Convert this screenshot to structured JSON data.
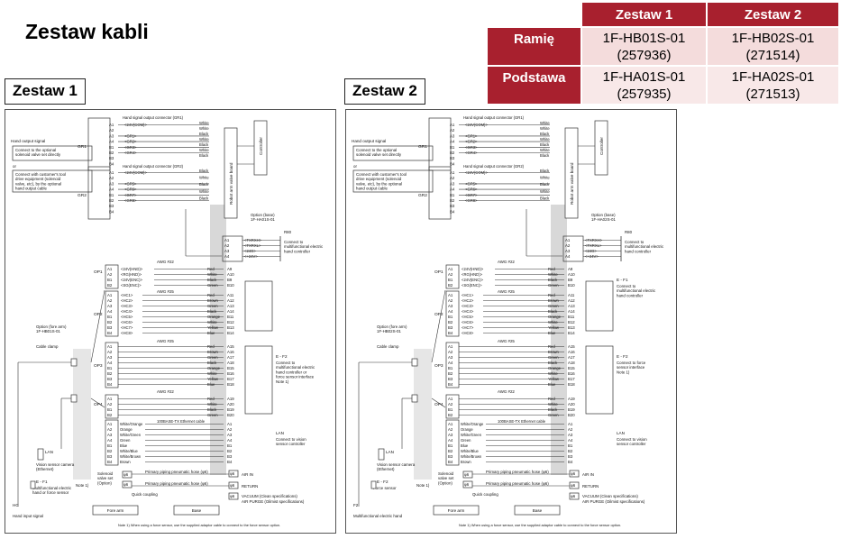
{
  "title": "Zestaw kabli",
  "table": {
    "headers": [
      "Zestaw 1",
      "Zestaw 2"
    ],
    "rows": [
      {
        "label": "Ramię",
        "set1": [
          "1F-HB01S-01",
          "(257936)"
        ],
        "set2": [
          "1F-HB02S-01",
          "(271514)"
        ]
      },
      {
        "label": "Podstawa",
        "set1": [
          "1F-HA01S-01",
          "(257935)"
        ],
        "set2": [
          "1F-HA02S-01",
          "(271513)"
        ]
      }
    ]
  },
  "diagrams": [
    {
      "label": "Zestaw 1",
      "option_base": [
        "Option (base)",
        "1F-HA01S-01"
      ],
      "option_arm": [
        "Option (fore arm)",
        "1F-HB01S-01"
      ],
      "bottom_left_1": "HC",
      "bottom_left_2": "Hand input signal",
      "ef1_label": "E - F1",
      "ef1_text": [
        "Multifunctional electric",
        "hand or force sensor"
      ]
    },
    {
      "label": "Zestaw 2",
      "option_base": [
        "Option (base)",
        "1F-HA02S-01"
      ],
      "option_arm": [
        "Option (fore arm)",
        "1F-HB02S-01"
      ],
      "bottom_left_1": "F2",
      "bottom_left_2": "Multifunctional electric hand",
      "ef1_label": "E - F2",
      "ef1_text": [
        "Force sensor"
      ]
    }
  ],
  "common": {
    "hand_output_signal": "Hand output signal",
    "connect_valve": [
      "Connect to the optional",
      "solenoid valve set directly"
    ],
    "or": "or",
    "connect_tool": [
      "Connect with customer's tool",
      "drive equipment (solenoid",
      "valve, etc), by the optional",
      "hand output cable"
    ],
    "gr1": "GR1",
    "gr2": "GR2",
    "op1": "OP1",
    "op2": "OP2",
    "op3": "OP3",
    "op4": "OP4",
    "connector_gr1": "Hand signal output connector (GR1)",
    "connector_gr2": "Hand signal output connector (GR2)",
    "controller": "Controller",
    "valve_board": "Robot arm valve board",
    "awg22": "AWG #22",
    "awg25": "AWG #25",
    "ethernet": "100BASE-TX Ethernet cable",
    "cable_clamp": "Cable clamp",
    "r80": "R80",
    "conn_multi": [
      "Connect to",
      "multifunctional electric",
      "hand controller"
    ],
    "ef1": "E - F1",
    "ef2": "E - F2",
    "conn_force": [
      "Connect to",
      "multifunctional electric",
      "hand controller or",
      "force sensor interface",
      "Note 1)"
    ],
    "conn_force2": [
      "Connect to force",
      "sensor interface",
      "Note 1)"
    ],
    "lan": "LAN",
    "conn_vision": [
      "Connect to vision",
      "sensor controller"
    ],
    "vision_camera": [
      "Vision sensor camera",
      "(Ethernet)"
    ],
    "solenoid": [
      "Solenoid",
      "valve set",
      "(Option)"
    ],
    "primary_hose": "Primary piping pneumatic hose (φ6)",
    "air_in": "AIR IN",
    "return": "RETURN",
    "quick_coupling": "Quick coupling",
    "vacuum": "VACUUM (Clean specifications)",
    "air_purge": "AIR PURGE (Oilmist specifications)",
    "fore_arm": "Fore arm",
    "base": "Base",
    "note1": "Note 1) When using a force sensor, use the supplied adaptor cable to connect to the force sensor option.",
    "note1_label": "Note 1)",
    "phi6": "φ6",
    "signals_gr1": [
      "<24V(COM)>",
      "<GR1>",
      "<GR2>",
      "<GR3>",
      "<GR4>"
    ],
    "signals_gr2": [
      "<24V(COM)>",
      "<GR5>",
      "<GR6>",
      "<GR7>",
      "<GR8>"
    ],
    "colors_gr": [
      "White",
      "White",
      "Black",
      "White",
      "Black",
      "White",
      "Black"
    ],
    "colors_gr2": [
      "Black",
      "White",
      "Black",
      "White",
      "Black"
    ],
    "pins_a": [
      "A1",
      "A2",
      "A3",
      "A4",
      "B1",
      "B2",
      "B3",
      "B4"
    ],
    "pins_base": [
      "A1",
      "A2",
      "A3",
      "A4"
    ],
    "signals_base": [
      "<TXRXH>",
      "<TXRXL>",
      "<24G>",
      "<+24V>"
    ],
    "signals_op1": [
      "<24V(HND)>",
      "<RG(HND)>",
      "<24V(ENC)>",
      "<SG(ENC)>"
    ],
    "colors_op1": [
      "Red",
      "White",
      "Black",
      "Green"
    ],
    "pins_op1_r": [
      "A9",
      "A10",
      "B9",
      "B10"
    ],
    "signals_op2": [
      "<HC1>",
      "<HC2>",
      "<HC3>",
      "<HC4>",
      "<HC5>",
      "<HC6>",
      "<HC7>",
      "<HC8>"
    ],
    "colors_op2": [
      "Red",
      "Brown",
      "Green",
      "Black",
      "Orange",
      "White",
      "Yellow",
      "Blue"
    ],
    "pins_op2_r": [
      "A11",
      "A12",
      "A13",
      "A14",
      "B11",
      "B12",
      "B13",
      "B14"
    ],
    "colors_op3": [
      "Red",
      "Brown",
      "Green",
      "Black",
      "Orange",
      "White",
      "Yellow",
      "Blue"
    ],
    "pins_op3_r": [
      "A15",
      "A16",
      "A17",
      "A18",
      "B15",
      "B16",
      "B17",
      "B18"
    ],
    "colors_op4": [
      "Red",
      "White",
      "Black",
      "Green"
    ],
    "pins_op4_r": [
      "A19",
      "A20",
      "B19",
      "B20"
    ],
    "colors_eth": [
      "White/Orange",
      "Orange",
      "White/Green",
      "Green",
      "Blue",
      "White/Blue",
      "White/Brown",
      "Brown"
    ],
    "pins_eth_r": [
      "A1",
      "A2",
      "A3",
      "A4",
      "B1",
      "B2",
      "B3",
      "B4"
    ]
  }
}
